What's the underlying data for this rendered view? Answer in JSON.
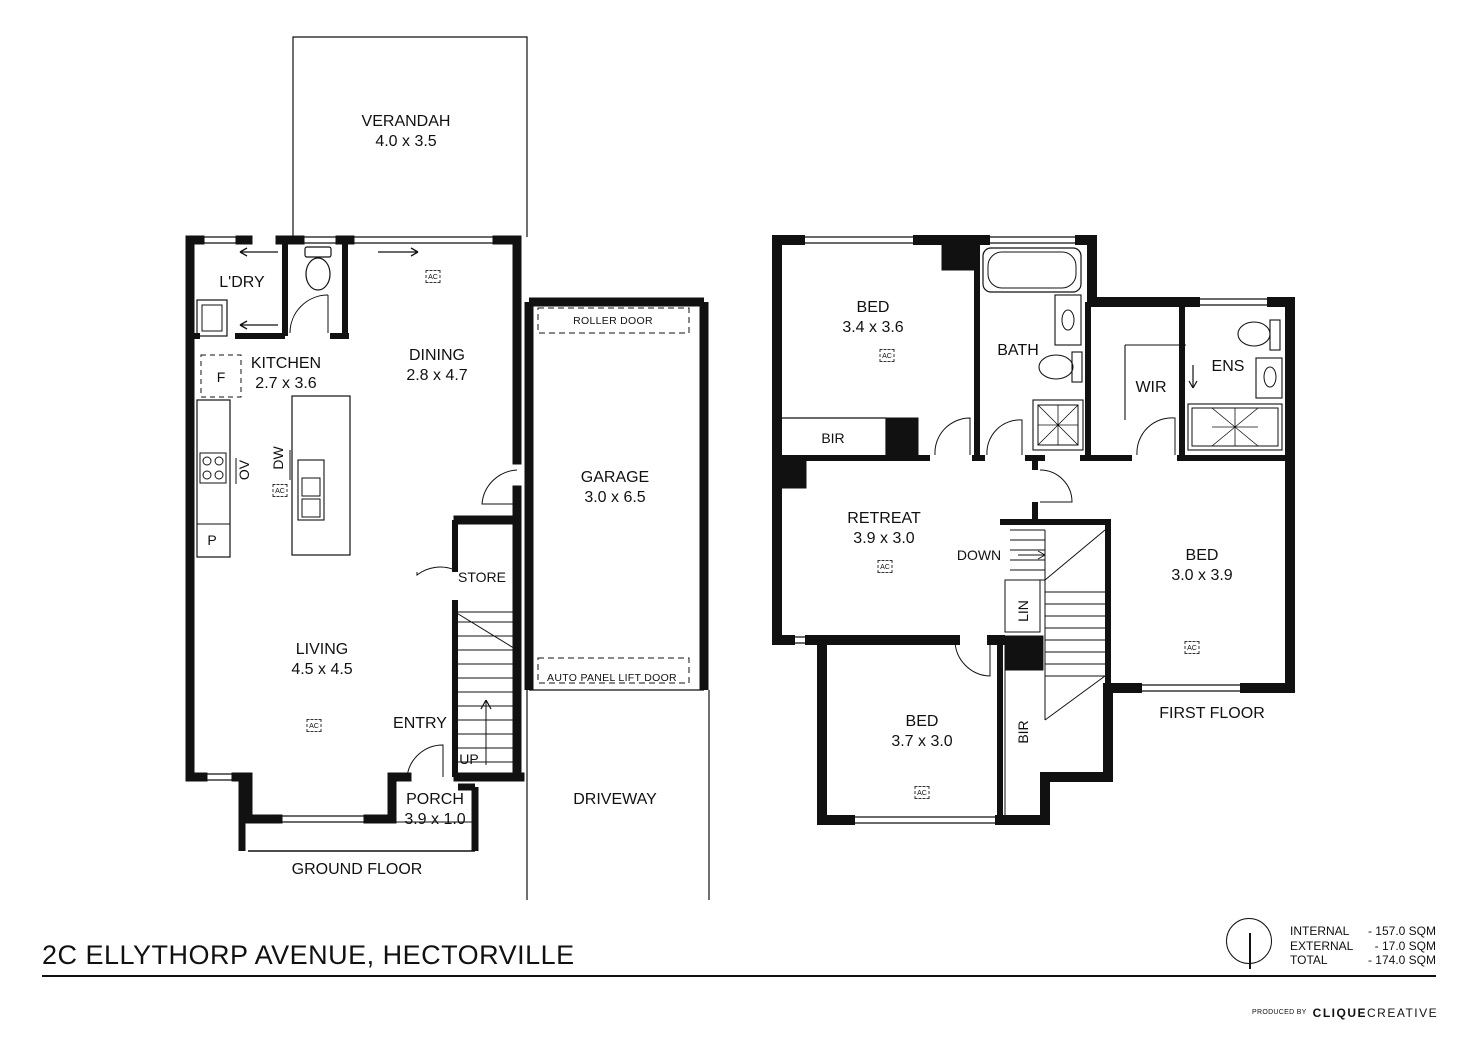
{
  "address": "2C ELLYTHORP AVENUE, HECTORVILLE",
  "levels": {
    "ground": "GROUND FLOOR",
    "first": "FIRST FLOOR"
  },
  "ground_rooms": {
    "verandah": {
      "name": "VERANDAH",
      "size": "4.0 x 3.5"
    },
    "laundry": {
      "name": "L'DRY"
    },
    "kitchen": {
      "name": "KITCHEN",
      "size": "2.7 x 3.6"
    },
    "dining": {
      "name": "DINING",
      "size": "2.8 x 4.7"
    },
    "garage": {
      "name": "GARAGE",
      "size": "3.0 x 6.5"
    },
    "living": {
      "name": "LIVING",
      "size": "4.5 x 4.5"
    },
    "store": {
      "name": "STORE"
    },
    "entry": {
      "name": "ENTRY"
    },
    "porch": {
      "name": "PORCH",
      "size": "3.9 x 1.0"
    },
    "driveway": {
      "name": "DRIVEWAY"
    }
  },
  "first_rooms": {
    "bed1": {
      "name": "BED",
      "size": "3.4 x 3.6"
    },
    "bath": {
      "name": "BATH"
    },
    "wir": {
      "name": "WIR"
    },
    "ens": {
      "name": "ENS"
    },
    "retreat": {
      "name": "RETREAT",
      "size": "3.9 x 3.0"
    },
    "bed2": {
      "name": "BED",
      "size": "3.0 x 3.9"
    },
    "bed3": {
      "name": "BED",
      "size": "3.7 x 3.0"
    }
  },
  "fixtures": {
    "roller_door": "ROLLER DOOR",
    "panel_door": "AUTO PANEL LIFT DOOR",
    "fridge": "F",
    "pantry": "P",
    "oven": "OV",
    "dishwasher": "DW",
    "ac": "AC",
    "up": "UP",
    "down": "DOWN",
    "bir": "BIR",
    "lin": "LIN"
  },
  "areas": [
    {
      "label": "INTERNAL",
      "value": "- 157.0 SQM"
    },
    {
      "label": "EXTERNAL",
      "value": "- 17.0 SQM"
    },
    {
      "label": "TOTAL",
      "value": "- 174.0 SQM"
    }
  ],
  "credit": {
    "produced_by": "PRODUCED BY",
    "brand_bold": "CLIQUE",
    "brand_light": "CREATIVE"
  }
}
